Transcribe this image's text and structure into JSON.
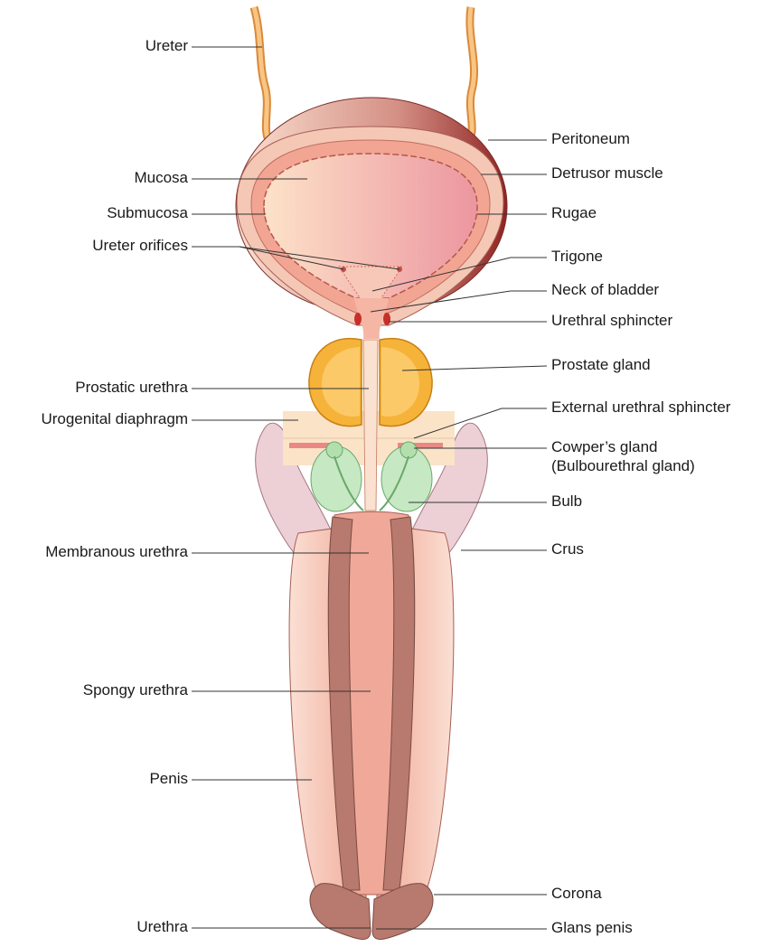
{
  "labels_left": {
    "ureter": "Ureter",
    "mucosa": "Mucosa",
    "submucosa": "Submucosa",
    "ureter_orifices": "Ureter orifices",
    "prostatic_urethra": "Prostatic urethra",
    "urogenital_diaphragm": "Urogenital diaphragm",
    "membranous_urethra": "Membranous urethra",
    "spongy_urethra": "Spongy urethra",
    "penis": "Penis",
    "urethra": "Urethra"
  },
  "labels_right": {
    "peritoneum": "Peritoneum",
    "detrusor_muscle": "Detrusor muscle",
    "rugae": "Rugae",
    "trigone": "Trigone",
    "neck_of_bladder": "Neck of bladder",
    "urethral_sphincter": "Urethral sphincter",
    "prostate_gland": "Prostate gland",
    "external_urethral_sphincter": "External urethral sphincter",
    "cowpers_gland": "Cowper’s gland",
    "bulbourethral_gland": "(Bulbourethral gland)",
    "bulb": "Bulb",
    "crus": "Crus",
    "corona": "Corona",
    "glans_penis": "Glans penis"
  },
  "colors": {
    "ureter": "#f5b46a",
    "bladder_outer": "#f1c7b8",
    "peritoneum_dark": "#9e2a28",
    "muscle": "#f2a593",
    "mucosa_light": "#fbd6bf",
    "mucosa_pink": "#eea0a6",
    "prostate": "#f6b33a",
    "cowper": "#b9e3b8",
    "shaft": "#f2b2a0",
    "spongy_dark": "#b87a6f",
    "crus": "#e8c8cf",
    "diaphragm": "#fbe3c8"
  }
}
